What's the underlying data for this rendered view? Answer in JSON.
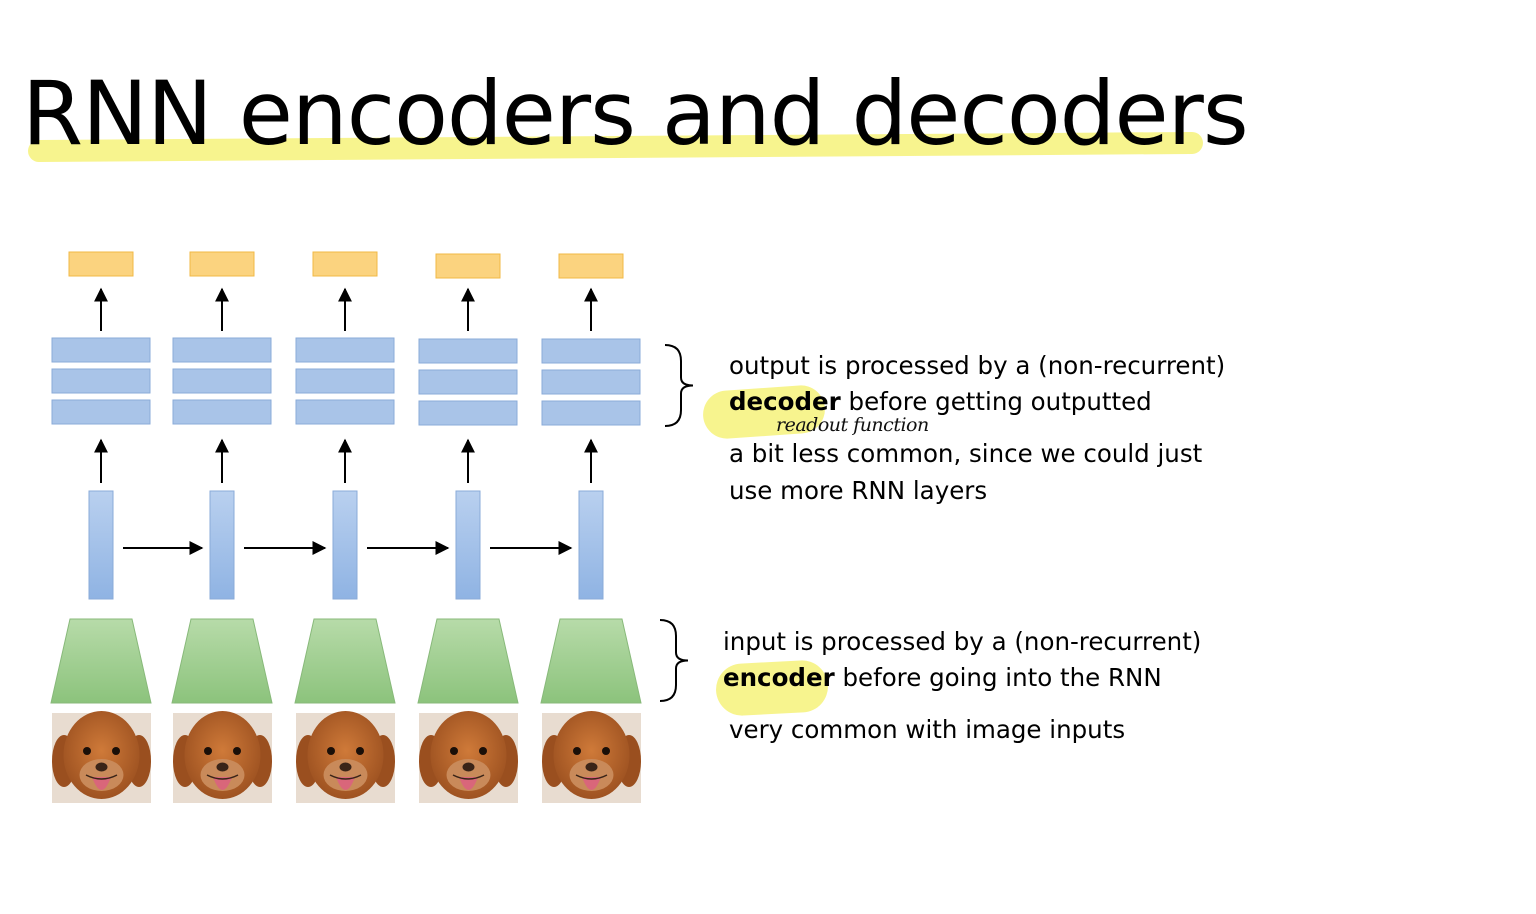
{
  "slide": {
    "title": "RNN encoders and decoders"
  },
  "diagram": {
    "columns": 5,
    "colors": {
      "output": "#fbd37f",
      "output_border": "#f0b846",
      "decoder_layer": "#a9c4e8",
      "decoder_border": "#8aabd8",
      "rnn_cell": "#9fbfe8",
      "encoder": "#a3cf93",
      "encoder_border": "#88b97a",
      "dog_fur": "#b5652a",
      "highlight": "#f6f27a"
    },
    "icons": [
      "dog-photo",
      "arrow-up",
      "arrow-right",
      "curly-brace"
    ]
  },
  "annotations": {
    "decoder": {
      "line1": "output is processed by a (non-recurrent)",
      "line2_bold": "decoder",
      "line2_rest": " before getting outputted",
      "handwritten": "readout function",
      "line3": "a bit less common, since we could just",
      "line4": "use more RNN layers"
    },
    "encoder": {
      "line1": "input is processed by a (non-recurrent)",
      "line2_bold": "encoder",
      "line2_rest": " before going into the RNN",
      "line3": "very common with image inputs"
    }
  }
}
